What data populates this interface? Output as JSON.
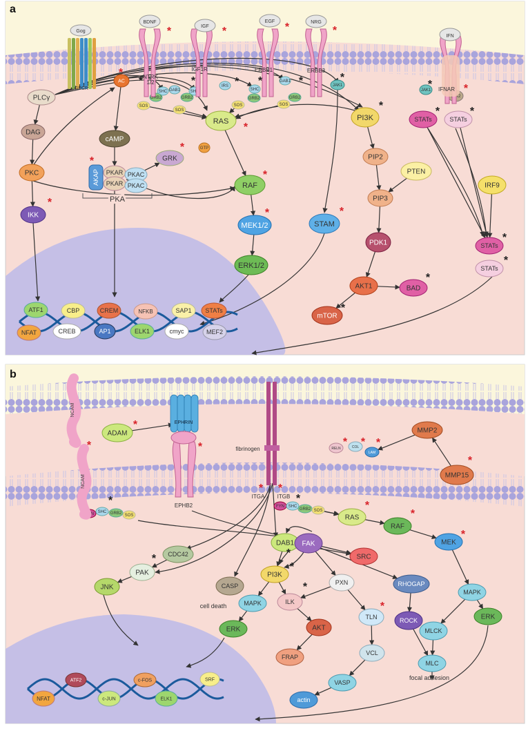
{
  "panels": [
    {
      "id": "a",
      "letter": "a"
    },
    {
      "id": "b",
      "letter": "b"
    }
  ],
  "colors": {
    "panel_bg_top": "#fbf6dc",
    "cytoplasm": "#f7dcd6",
    "membrane_head": "#a9a4dc",
    "nucleus": "#c5bfe6",
    "dna": "#1b5a9c",
    "red_asterisk": "#d8232a",
    "black_asterisk": "#222222"
  },
  "panel_a": {
    "receptors": [
      {
        "id": "gog",
        "label": "Gog"
      },
      {
        "id": "gpcr",
        "label": "GPCR"
      },
      {
        "id": "bdnf",
        "label": "BDNF"
      },
      {
        "id": "ntrk",
        "label": "NTRK\n1/2"
      },
      {
        "id": "igf",
        "label": "IGF"
      },
      {
        "id": "igf1r",
        "label": "IGF1R"
      },
      {
        "id": "egf",
        "label": "EGF"
      },
      {
        "id": "erbb1",
        "label": "ERBB1"
      },
      {
        "id": "nrg",
        "label": "NRG"
      },
      {
        "id": "erbb3",
        "label": "ERBB3"
      },
      {
        "id": "ifn",
        "label": "IFN"
      },
      {
        "id": "ifnar",
        "label": "IFNAR"
      }
    ],
    "nodes": [
      {
        "id": "ac",
        "label": "AC"
      },
      {
        "id": "plcy",
        "label": "PLCγ"
      },
      {
        "id": "dag",
        "label": "DAG"
      },
      {
        "id": "pkc",
        "label": "PKC"
      },
      {
        "id": "ikk",
        "label": "IKK"
      },
      {
        "id": "camp",
        "label": "cAMP"
      },
      {
        "id": "akap",
        "label": "AKAP"
      },
      {
        "id": "pkar1",
        "label": "PKAR"
      },
      {
        "id": "pkar2",
        "label": "PKAR"
      },
      {
        "id": "pkac1",
        "label": "PKAC"
      },
      {
        "id": "pkac2",
        "label": "PKAC"
      },
      {
        "id": "pka",
        "label": "PKA"
      },
      {
        "id": "grk",
        "label": "GRK"
      },
      {
        "id": "ras",
        "label": "RAS"
      },
      {
        "id": "gtp",
        "label": "GTP"
      },
      {
        "id": "raf",
        "label": "RAF"
      },
      {
        "id": "mek12",
        "label": "MEK1/2"
      },
      {
        "id": "erk12",
        "label": "ERK1/2"
      },
      {
        "id": "stam",
        "label": "STAM"
      },
      {
        "id": "pi3k",
        "label": "PI3K"
      },
      {
        "id": "pip2",
        "label": "PIP2"
      },
      {
        "id": "pten",
        "label": "PTEN"
      },
      {
        "id": "pip3",
        "label": "PIP3"
      },
      {
        "id": "pdk1",
        "label": "PDK1"
      },
      {
        "id": "akt1",
        "label": "AKT1"
      },
      {
        "id": "bad",
        "label": "BAD"
      },
      {
        "id": "mtor",
        "label": "mTOR"
      },
      {
        "id": "jak1",
        "label": "JAK1"
      },
      {
        "id": "jak1b",
        "label": "JAK1"
      },
      {
        "id": "tyk2",
        "label": "TYK2"
      },
      {
        "id": "stats1",
        "label": "STATs"
      },
      {
        "id": "stats2",
        "label": "STATs"
      },
      {
        "id": "irf9",
        "label": "IRF9"
      },
      {
        "id": "stats3",
        "label": "STATs"
      },
      {
        "id": "stats4",
        "label": "STATs"
      },
      {
        "id": "shc1",
        "label": "SHC"
      },
      {
        "id": "grb1",
        "label": "GRB2"
      },
      {
        "id": "sos1",
        "label": "SOS"
      },
      {
        "id": "gab1",
        "label": "GAB1"
      },
      {
        "id": "shc2",
        "label": "SHC"
      },
      {
        "id": "grb2",
        "label": "GRB2"
      },
      {
        "id": "sos2",
        "label": "SOS"
      },
      {
        "id": "irs",
        "label": "IRS"
      },
      {
        "id": "shc3",
        "label": "SHC"
      },
      {
        "id": "grb3",
        "label": "GRB2"
      },
      {
        "id": "sos3",
        "label": "SOS"
      },
      {
        "id": "gab2",
        "label": "GAB1"
      },
      {
        "id": "grb4",
        "label": "GRB2"
      },
      {
        "id": "sos4",
        "label": "SOS"
      }
    ],
    "nuclear": [
      {
        "id": "atf1",
        "label": "ATF1"
      },
      {
        "id": "cbp",
        "label": "CBP"
      },
      {
        "id": "nfat",
        "label": "NFAT"
      },
      {
        "id": "creb",
        "label": "CREB"
      },
      {
        "id": "crem",
        "label": "CREM"
      },
      {
        "id": "ap1",
        "label": "AP1"
      },
      {
        "id": "nfkb",
        "label": "NFKB"
      },
      {
        "id": "elk1",
        "label": "ELK1"
      },
      {
        "id": "sap1",
        "label": "SAP1"
      },
      {
        "id": "cmyc",
        "label": "cmyc"
      },
      {
        "id": "statsn",
        "label": "STATs"
      },
      {
        "id": "mef2",
        "label": "MEF2"
      }
    ]
  },
  "panel_b": {
    "receptors": [
      {
        "id": "ncam1",
        "label": "NCAM"
      },
      {
        "id": "ncam2",
        "label": "NCAM"
      },
      {
        "id": "ephrin",
        "label": "EPHRIN"
      },
      {
        "id": "ephb2",
        "label": "EPHB2"
      }
    ],
    "labels": [
      {
        "id": "fibrinogen",
        "label": "fibrinogen"
      },
      {
        "id": "itga",
        "label": "ITGA"
      },
      {
        "id": "itgb",
        "label": "ITGB"
      },
      {
        "id": "celldeath",
        "label": "cell death"
      },
      {
        "id": "focal",
        "label": "focal adhesion"
      }
    ],
    "nodes": [
      {
        "id": "adam",
        "label": "ADAM"
      },
      {
        "id": "reln",
        "label": "RELN"
      },
      {
        "id": "col",
        "label": "COL"
      },
      {
        "id": "lam",
        "label": "LAM"
      },
      {
        "id": "mmp2",
        "label": "MMP2"
      },
      {
        "id": "mmp15",
        "label": "MMP15"
      },
      {
        "id": "fyn1",
        "label": "FYN"
      },
      {
        "id": "shcb1",
        "label": "SHC"
      },
      {
        "id": "grbb1",
        "label": "GRB2"
      },
      {
        "id": "sosb1",
        "label": "SOS"
      },
      {
        "id": "fyn2",
        "label": "FYN"
      },
      {
        "id": "shcb2",
        "label": "SHC"
      },
      {
        "id": "grbb2",
        "label": "GRB2"
      },
      {
        "id": "sosb2",
        "label": "SOS"
      },
      {
        "id": "rasb",
        "label": "RAS"
      },
      {
        "id": "rafb",
        "label": "RAF"
      },
      {
        "id": "mekb",
        "label": "MEK"
      },
      {
        "id": "mapk_r",
        "label": "MAPK"
      },
      {
        "id": "erk_r",
        "label": "ERK"
      },
      {
        "id": "dab1",
        "label": "DAB1"
      },
      {
        "id": "fak",
        "label": "FAK"
      },
      {
        "id": "src",
        "label": "SRC"
      },
      {
        "id": "rhogap",
        "label": "RHOGAP"
      },
      {
        "id": "rock",
        "label": "ROCK"
      },
      {
        "id": "mlck",
        "label": "MLCK"
      },
      {
        "id": "mlc",
        "label": "MLC"
      },
      {
        "id": "cdc42",
        "label": "CDC42"
      },
      {
        "id": "pak",
        "label": "PAK"
      },
      {
        "id": "jnk",
        "label": "JNK"
      },
      {
        "id": "casp",
        "label": "CASP"
      },
      {
        "id": "pi3kb",
        "label": "PI3K"
      },
      {
        "id": "mapk_l",
        "label": "MAPK"
      },
      {
        "id": "erk_l",
        "label": "ERK"
      },
      {
        "id": "ilk",
        "label": "ILK"
      },
      {
        "id": "akt",
        "label": "AKT"
      },
      {
        "id": "frap",
        "label": "FRAP"
      },
      {
        "id": "pxn",
        "label": "PXN"
      },
      {
        "id": "tln",
        "label": "TLN"
      },
      {
        "id": "vcl",
        "label": "VCL"
      },
      {
        "id": "vasp",
        "label": "VASP"
      },
      {
        "id": "actin",
        "label": "actin"
      }
    ],
    "nuclear": [
      {
        "id": "nfatb",
        "label": "NFAT"
      },
      {
        "id": "atf2",
        "label": "ATF2"
      },
      {
        "id": "cjun",
        "label": "c-JUN"
      },
      {
        "id": "cfos",
        "label": "c-FOS"
      },
      {
        "id": "elk1b",
        "label": "ELK1"
      },
      {
        "id": "srf",
        "label": "SRF"
      }
    ]
  }
}
